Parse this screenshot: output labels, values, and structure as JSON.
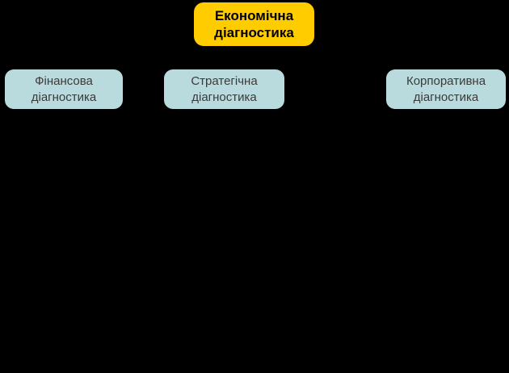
{
  "diagram": {
    "background_color": "#000000",
    "root": {
      "label": "Економічна діагностика",
      "fill_color": "#FFCC00",
      "text_color": "#000000"
    },
    "children": [
      {
        "label": "Фінансова діагностика",
        "fill_color": "#B9DBDE",
        "text_color": "#3A3A3A"
      },
      {
        "label": "Стратегічна діагностика",
        "fill_color": "#B9DBDE",
        "text_color": "#3A3A3A"
      },
      {
        "label": "Корпоративна діагностика",
        "fill_color": "#B9DBDE",
        "text_color": "#3A3A3A"
      }
    ]
  }
}
